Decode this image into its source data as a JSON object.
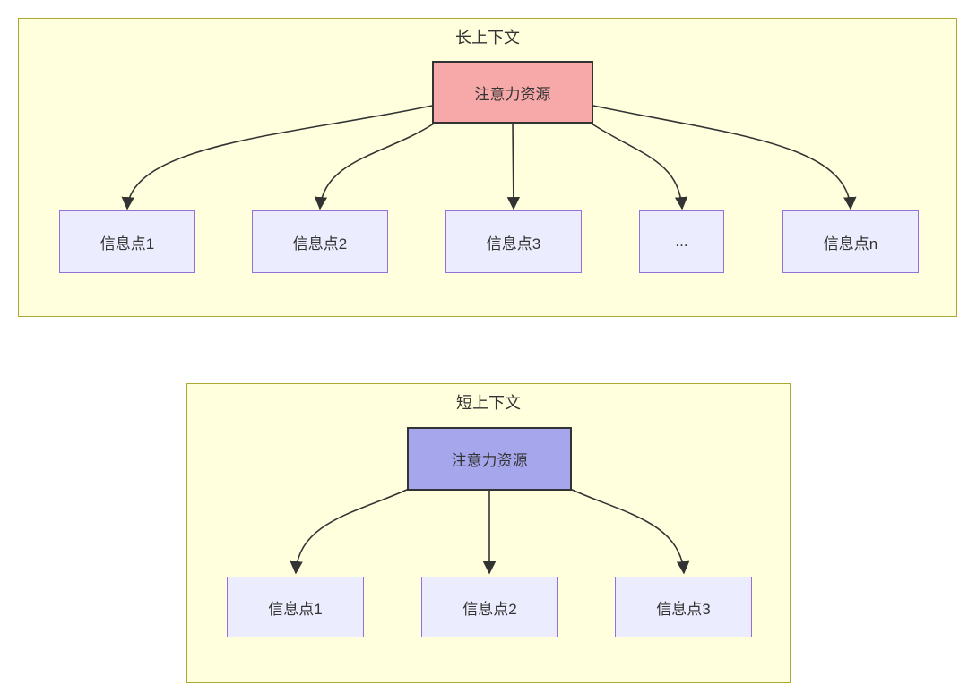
{
  "colors": {
    "group_fill": "#ffffde",
    "group_border": "#aaaa33",
    "node_fill": "#ececff",
    "node_border": "#9370db",
    "attention_long_fill": "#f7a8a8",
    "attention_short_fill": "#a6a6ec",
    "attention_border": "#333333",
    "edge": "#333333",
    "text": "#333333"
  },
  "long_context": {
    "title": "长上下文",
    "attention_label": "注意力资源",
    "info_nodes": [
      {
        "label": "信息点1"
      },
      {
        "label": "信息点2"
      },
      {
        "label": "信息点3"
      },
      {
        "label": "..."
      },
      {
        "label": "信息点n"
      }
    ]
  },
  "short_context": {
    "title": "短上下文",
    "attention_label": "注意力资源",
    "info_nodes": [
      {
        "label": "信息点1"
      },
      {
        "label": "信息点2"
      },
      {
        "label": "信息点3"
      }
    ]
  }
}
